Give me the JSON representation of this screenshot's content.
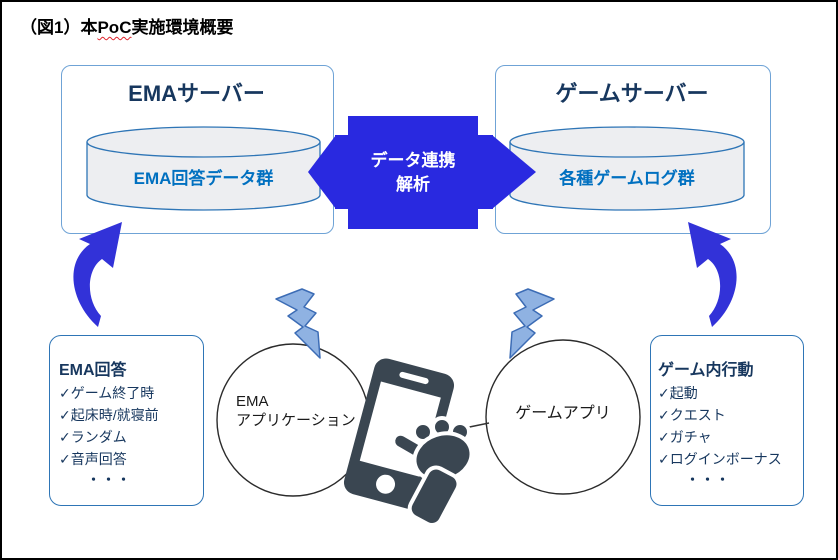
{
  "figure": {
    "title_part1": "（図1）本",
    "title_part2": "PoC",
    "title_part3": "実施環境概要"
  },
  "servers": {
    "ema": {
      "title": "EMAサーバー",
      "db_label": "EMA回答データ群"
    },
    "game": {
      "title": "ゲームサーバー",
      "db_label": "各種ゲームログ群"
    }
  },
  "linkage": {
    "line1": "データ連携",
    "line2": "解析"
  },
  "ema_answers": {
    "header": "EMA回答",
    "items": [
      "✓ゲーム終了時",
      "✓起床時/就寝前",
      "✓ランダム",
      "✓音声回答"
    ],
    "ellipsis": "・・・"
  },
  "game_actions": {
    "header": "ゲーム内行動",
    "items": [
      "✓起動",
      "✓クエスト",
      "✓ガチャ",
      "✓ログインボーナス"
    ],
    "ellipsis": "・・・"
  },
  "apps": {
    "ema_app_line1": "EMA",
    "ema_app_line2": "アプリケーション",
    "game_app": "ゲームアプリ"
  },
  "colors": {
    "linkage_arrow_blue": "#2929E0",
    "curved_arrow_blue": "#3232D8",
    "bolt_fill": "#8FB2E2",
    "bolt_stroke": "#3C6CB5",
    "server_box_border": "#6FA3D6",
    "panel_border": "#2E75B6",
    "navy_text": "#17375E",
    "cylinder_text": "#0070C0",
    "cylinder_fill": "#EDEEF1",
    "cylinder_stroke": "#2E75B6",
    "phone_dark": "#3A4651",
    "spellcheck_underline": "#e0242c"
  }
}
